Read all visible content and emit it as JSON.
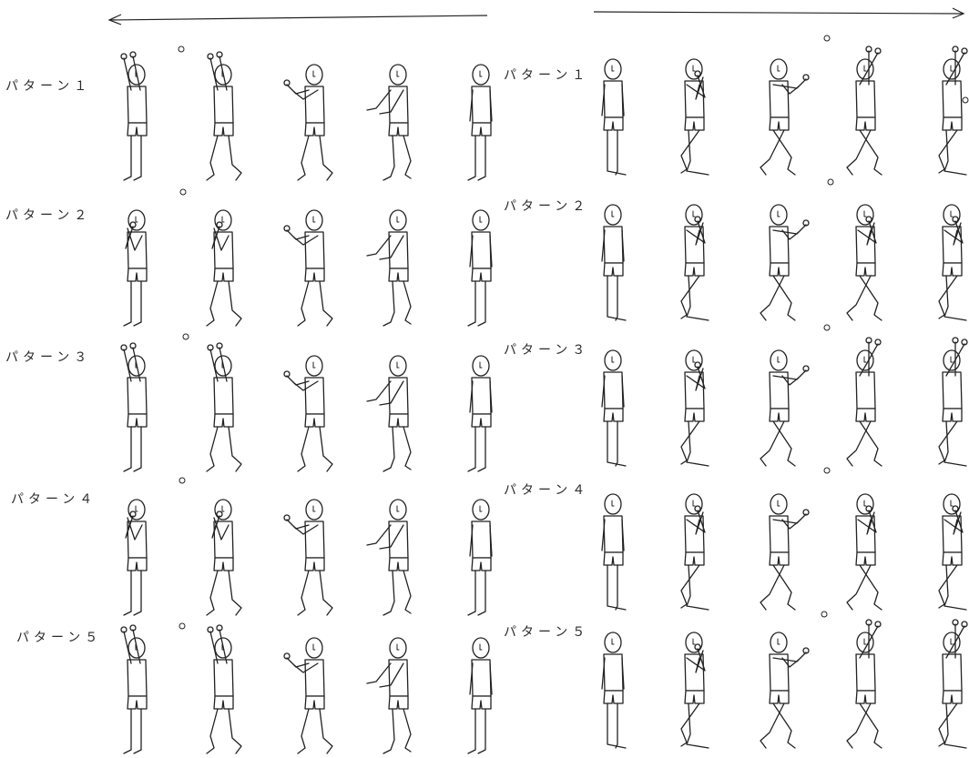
{
  "labels": {
    "left": [
      "パターン１",
      "パターン２",
      "パターン３",
      "パターン４",
      "パターン５"
    ],
    "right": [
      "パターン１",
      "パターン２",
      "パターン３",
      "パターン４",
      "パターン５"
    ]
  },
  "colors": {
    "line": "#222222",
    "paper": "#ffffff"
  }
}
